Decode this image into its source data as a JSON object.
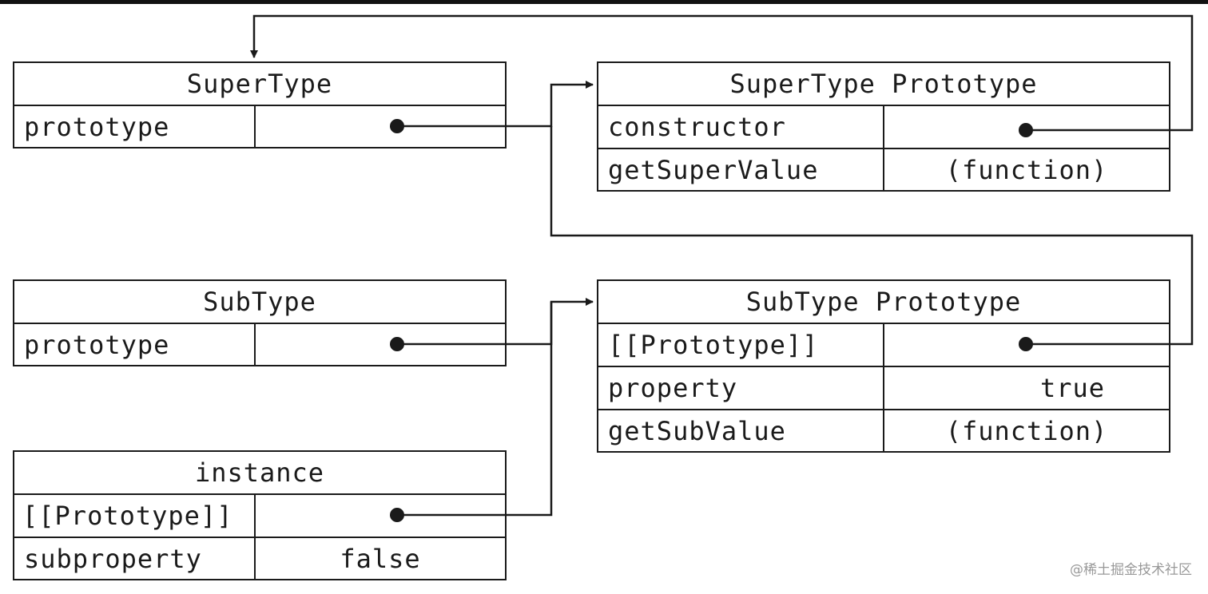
{
  "supertype": {
    "title": "SuperType",
    "rows": [
      {
        "key": "prototype",
        "value": ""
      }
    ]
  },
  "supertype_proto": {
    "title": "SuperType Prototype",
    "rows": [
      {
        "key": "constructor",
        "value": ""
      },
      {
        "key": "getSuperValue",
        "value": "(function)"
      }
    ]
  },
  "subtype": {
    "title": "SubType",
    "rows": [
      {
        "key": "prototype",
        "value": ""
      }
    ]
  },
  "subtype_proto": {
    "title": "SubType Prototype",
    "rows": [
      {
        "key": "[[Prototype]]",
        "value": ""
      },
      {
        "key": "property",
        "value": "true"
      },
      {
        "key": "getSubValue",
        "value": "(function)"
      }
    ]
  },
  "instance": {
    "title": "instance",
    "rows": [
      {
        "key": "[[Prototype]]",
        "value": ""
      },
      {
        "key": "subproperty",
        "value": "false"
      }
    ]
  },
  "watermark": "@稀土掘金技术社区",
  "colors": {
    "line": "#1a1a1a",
    "background": "#ffffff",
    "topbar": "#111111"
  }
}
